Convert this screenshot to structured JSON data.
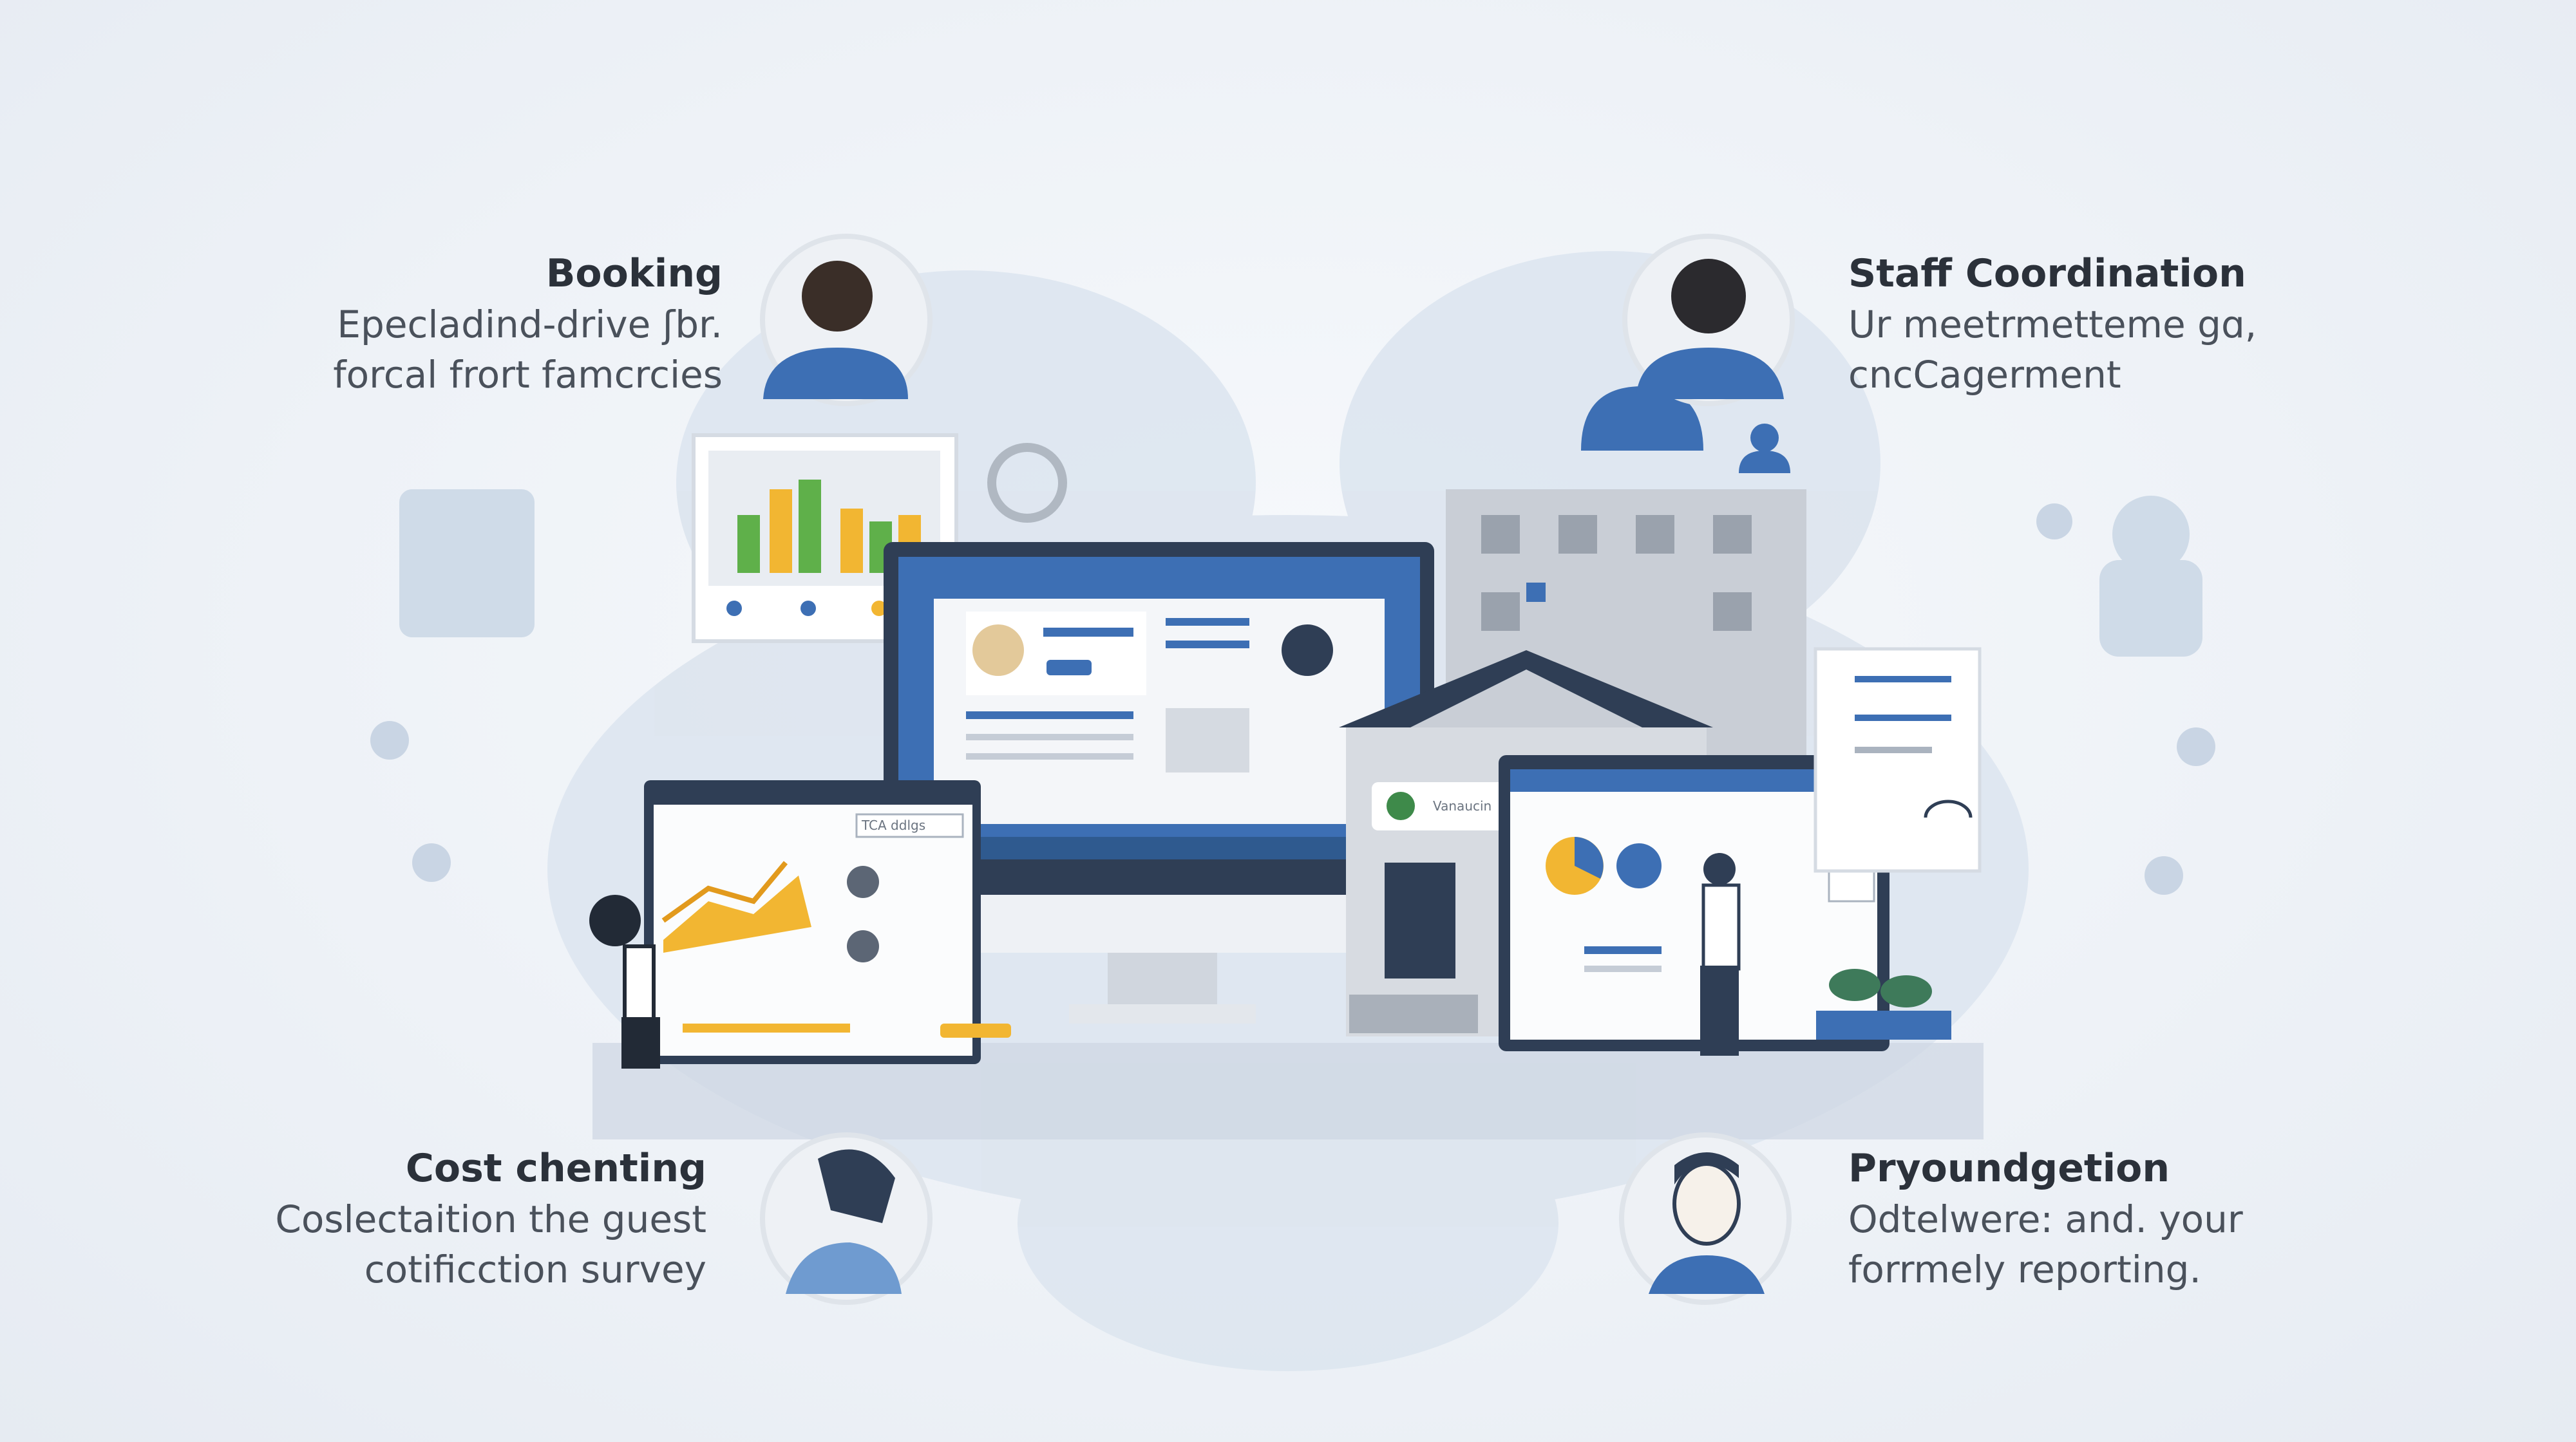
{
  "features": [
    {
      "title": "Booking",
      "description_lines": [
        "Epecladind-drive ʃbr.",
        "forcal frort famcrcies"
      ]
    },
    {
      "title": "Staff Coordination",
      "description_lines": [
        "Ur meetrmetteme gɑ,",
        "cncCagerment"
      ]
    },
    {
      "title": "Cost chenting",
      "description_lines": [
        "Coslectaition the guest",
        "cotificction survey"
      ]
    },
    {
      "title": "Pryoundgetion",
      "description_lines": [
        "Odtelwere: and. your",
        "forrmely reporting."
      ]
    }
  ],
  "illustration": {
    "building_sign": "Vanaucin",
    "tablet_label": "TCA ddlgs"
  },
  "colors": {
    "brand_blue": "#3d6fb4",
    "dark_navy": "#2f3e55",
    "chart_green": "#5fb04a",
    "chart_yellow": "#f2b632",
    "background": "#eef2f7"
  }
}
